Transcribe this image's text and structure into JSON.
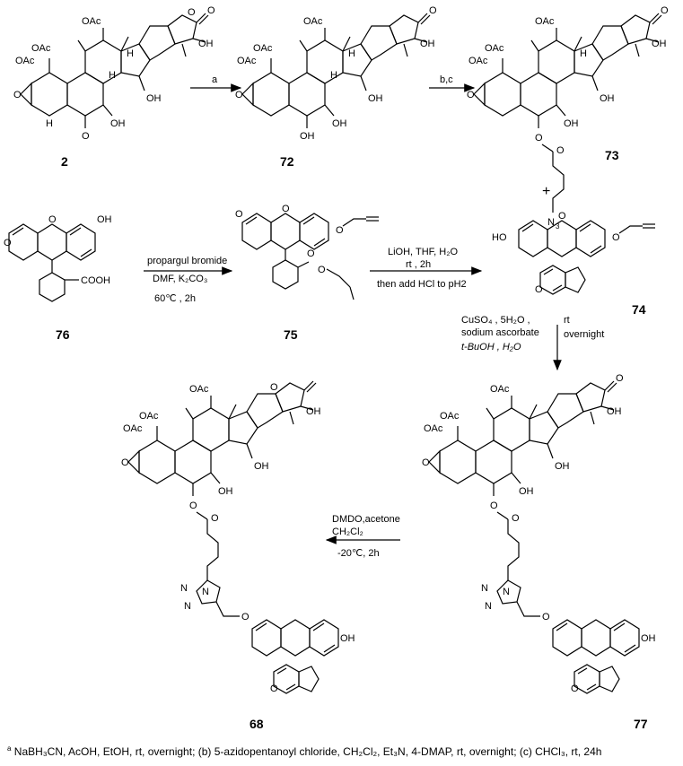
{
  "compounds": {
    "c2": "2",
    "c72": "72",
    "c73": "73",
    "c76": "76",
    "c75": "75",
    "c74": "74",
    "c77": "77",
    "c68": "68"
  },
  "atoms": {
    "oac": "OAc",
    "oh": "OH",
    "h": "H",
    "o": "O",
    "cooh": "COOH",
    "n": "N",
    "ho": "HO",
    "n3": "N",
    "n3_sub": "3"
  },
  "arrows": {
    "a": "a",
    "bc": "b,c",
    "plus": "+",
    "r76_75_line1": "propargul bromide",
    "r76_75_line2": "DMF, K₂CO₃",
    "r76_75_line3": "60℃ ,   2h",
    "r75_74_line1": "LiOH, THF, H₂O",
    "r75_74_line2": "rt , 2h",
    "r75_74_line3": "then add HCl to pH2",
    "r74_77_left1": "CuSO₄ , 5H₂O ,",
    "r74_77_left2": "sodium ascorbate",
    "r74_77_left3": "t-BuOH , H₂O",
    "r74_77_right1": "rt",
    "r74_77_right2": "overnight",
    "r77_68_line1": "DMDO,acetone",
    "r77_68_line2": "CH₂Cl₂",
    "r77_68_line3": "-20℃,   2h"
  },
  "footnote": {
    "marker": "a",
    "text": " NaBH₃CN, AcOH, EtOH, rt, overnight; (b) 5-azidopentanoyl chloride, CH₂Cl₂, Et₃N, 4-DMAP, rt, overnight; (c) CHCl₃, rt, 24h"
  }
}
